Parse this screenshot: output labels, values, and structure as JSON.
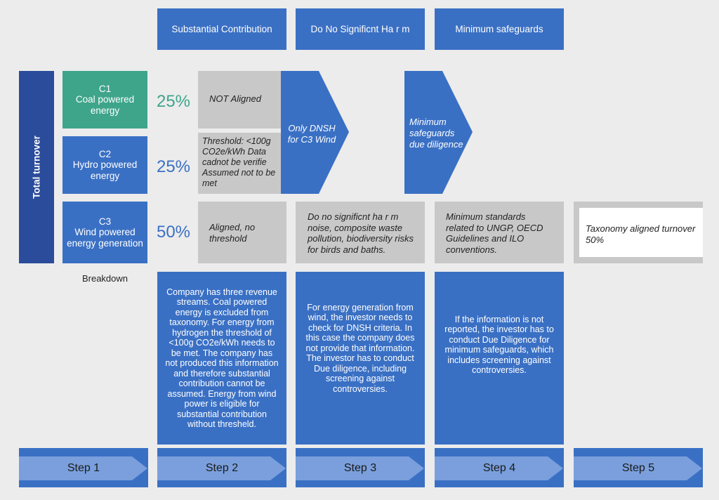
{
  "headers": {
    "substantial_contribution": "Substantial Contribution",
    "dnsh": "Do No Significnt Ha r m",
    "min_safeguards": "Minimum safeguards"
  },
  "total_turnover_label": "Total turnover",
  "breakdown_label": "Breakdown",
  "categories": [
    {
      "code": "C1",
      "name": "Coal powered energy",
      "pct": "25%"
    },
    {
      "code": "C2",
      "name": "Hydro powered energy",
      "pct": "25%"
    },
    {
      "code": "C3",
      "name": "Wind powered energy generation",
      "pct": "50%"
    }
  ],
  "sc_boxes": {
    "c1": "NOT Aligned",
    "c2": "Threshold: <100g CO2e/kWh Data cadnot be verifie Assumed not to be met",
    "c3": "Aligned, no threshold"
  },
  "arrows": {
    "dnsh": "Only DNSH for C3 Wind",
    "ms": "Minimum safeguards due diligence"
  },
  "dnsh_box": "Do no significnt ha r m noise, composite waste pollution, biodiversity risks for birds and baths.",
  "ms_box": "Minimum standards related to UNGP, OECD Guidelines and ILO conventions.",
  "result_box": "Taxonomy aligned turnover 50%",
  "descriptions": {
    "step2": "Company has three revenue streams. Coal powered energy is excluded from taxonomy. For energy from hydrogen the threshold of <100g CO2e/kWh needs to be met. The company has not produced this information and therefore substantial contribution cannot be assumed. Energy from wind power is eligible for substantial contribution without thresheld.",
    "step3": "For energy generation from wind, the investor needs to check for DNSH criteria. In this case the company does not provide that information. The investor has to conduct Due diligence, including screening against controversies.",
    "step4": "If the information is not reported, the investor has to conduct Due Diligence for minimum safeguards, which includes screening against controversies."
  },
  "steps": [
    "Step 1",
    "Step 2",
    "Step 3",
    "Step 4",
    "Step 5"
  ],
  "colors": {
    "teal": "#3ea58b",
    "blue": "#3a70c4",
    "dark_blue": "#2b4c9b",
    "gray": "#c8c8c8",
    "light_blue_arrow": "#7a9fdc"
  }
}
